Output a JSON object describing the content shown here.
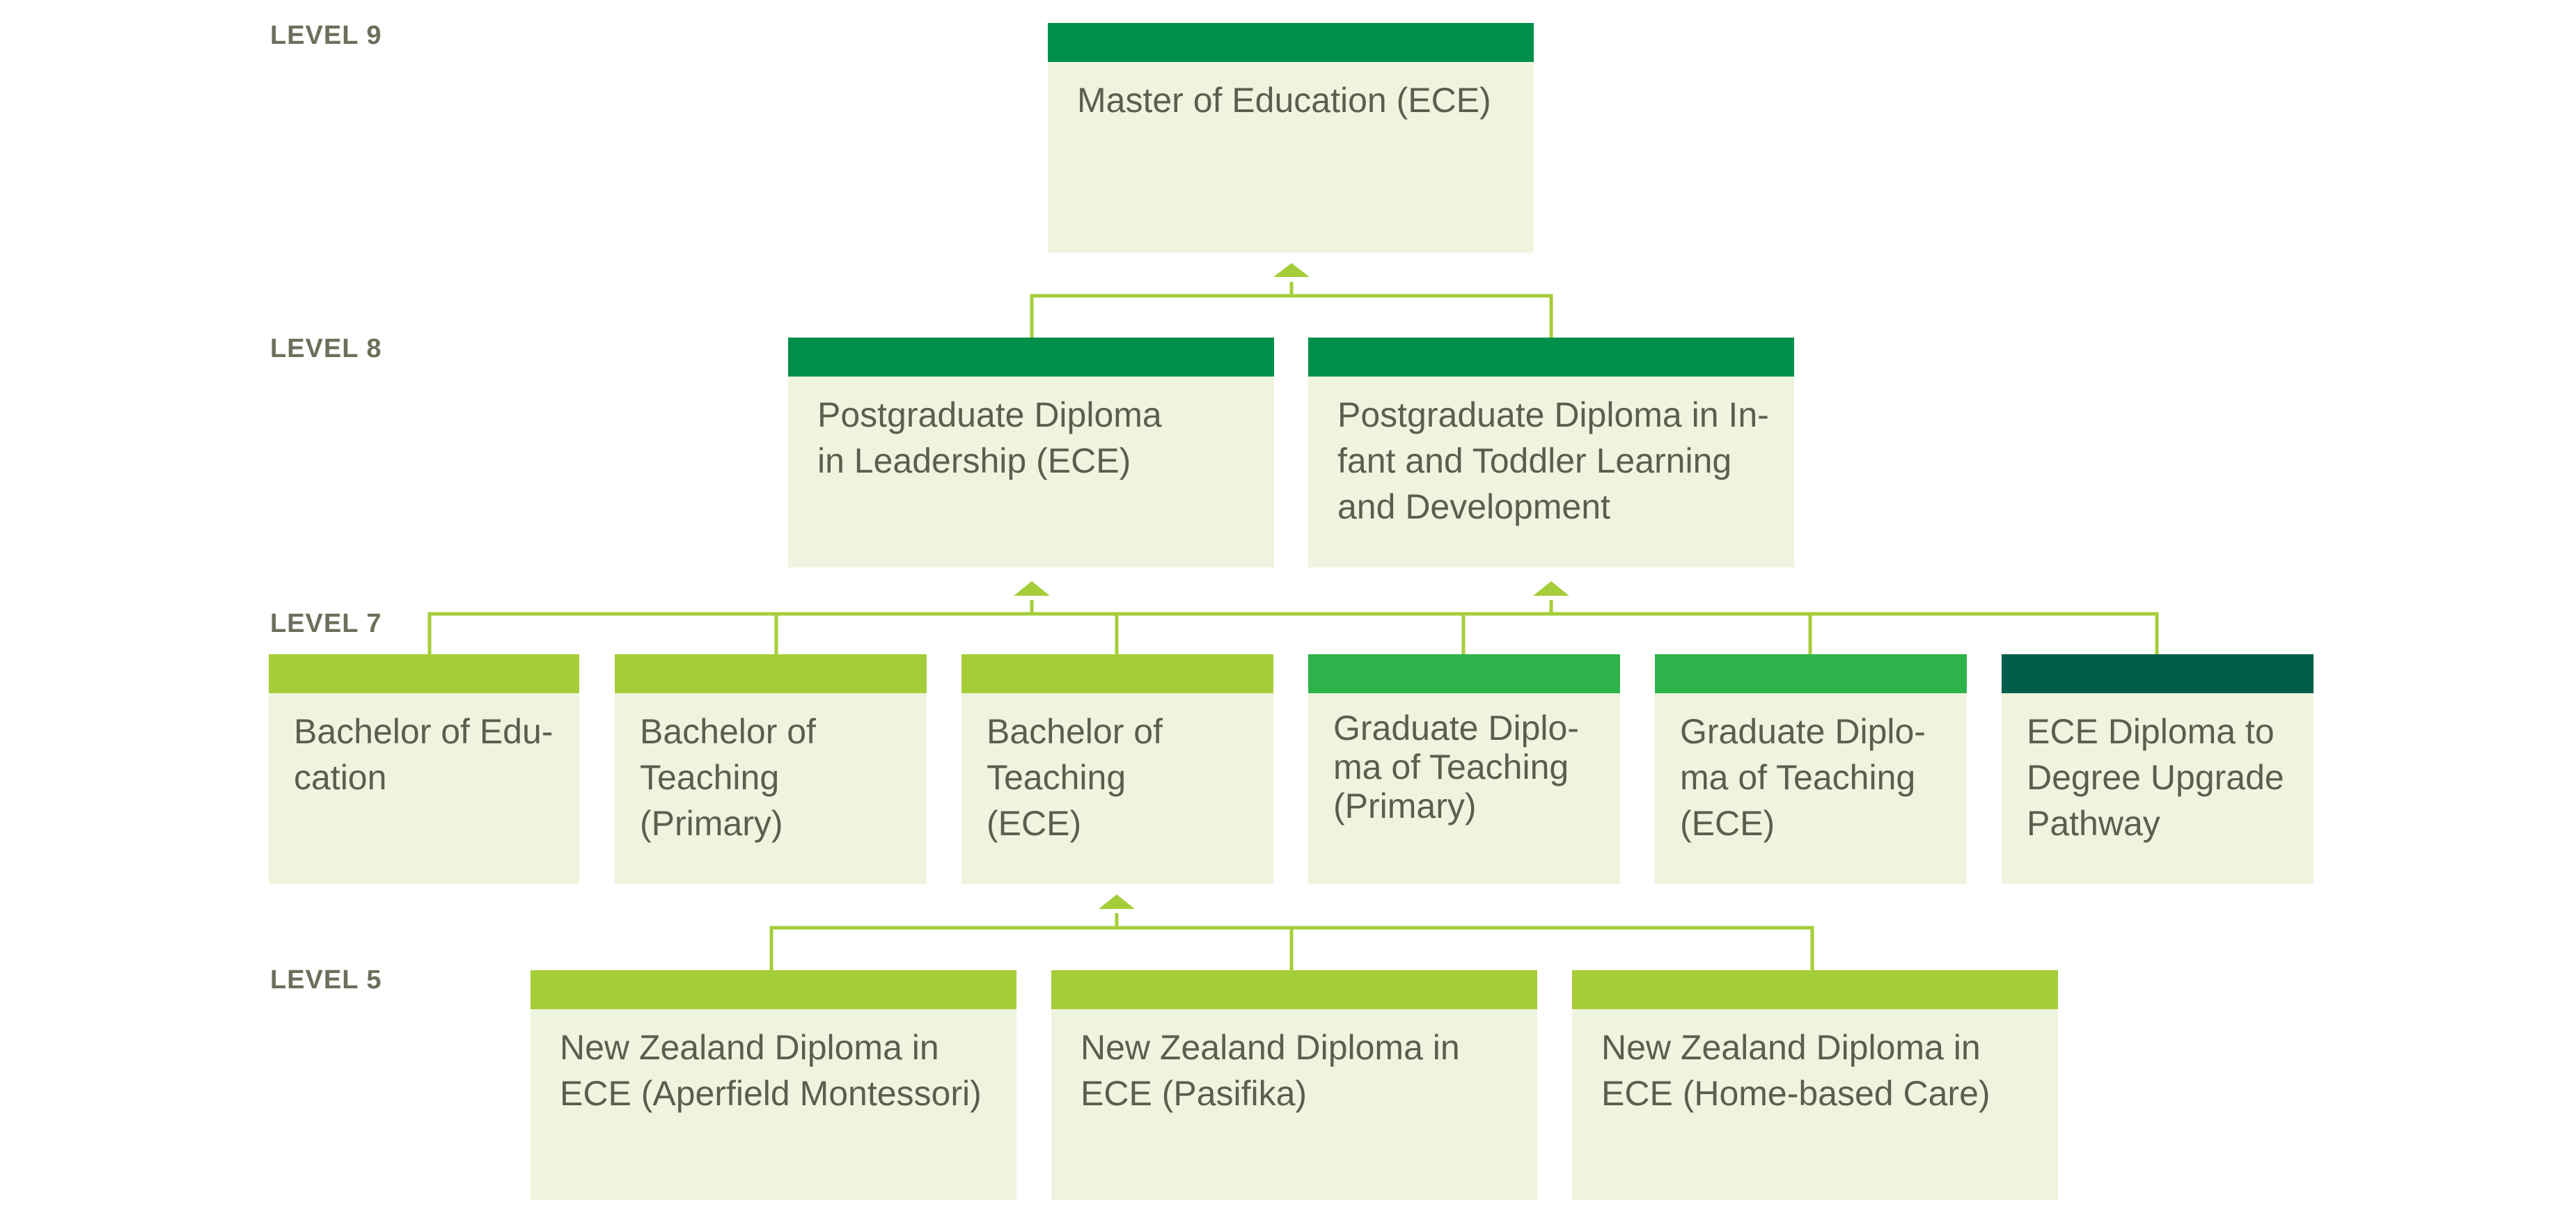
{
  "colors": {
    "dark_green": "#00904a",
    "mid_green": "#2db34a",
    "light_green": "#a5cd39",
    "deep_green": "#005e4b",
    "card_fill": "#eff4df",
    "connector": "#a5cd39",
    "label_text": "#6e6e5c",
    "card_text": "#5d5d4f"
  },
  "levels": {
    "l9": "LEVEL 9",
    "l8": "LEVEL 8",
    "l7": "LEVEL 7",
    "l5": "LEVEL 5"
  },
  "cards": {
    "med": {
      "text": "Master of Education (ECE)",
      "color": "dark_green"
    },
    "pgd_lead": {
      "text": "Postgraduate Diploma\nin Leadership (ECE)",
      "color": "dark_green"
    },
    "pgd_infant": {
      "text": "Postgraduate Diploma in In-\nfant and Toddler Learning\nand Development",
      "color": "dark_green"
    },
    "bed": {
      "text": "Bachelor of Edu-\ncation",
      "color": "light_green"
    },
    "bteach_primary": {
      "text": "Bachelor of\nTeaching\n(Primary)",
      "color": "light_green"
    },
    "bteach_ece": {
      "text": "Bachelor of\nTeaching\n(ECE)",
      "color": "light_green"
    },
    "grad_primary": {
      "text": "Graduate Diplo-\nma of Teaching\n(Primary)",
      "color": "mid_green"
    },
    "grad_ece": {
      "text": "Graduate Diplo-\nma of Teaching\n(ECE)",
      "color": "mid_green"
    },
    "upgrade": {
      "text": "ECE Diploma to\nDegree Upgrade\nPathway",
      "color": "deep_green"
    },
    "nzd_montessori": {
      "text": "New Zealand Diploma in\nECE (Aperfield Montessori)",
      "color": "light_green"
    },
    "nzd_pasifika": {
      "text": "New Zealand Diploma in\nECE (Pasifika)",
      "color": "light_green"
    },
    "nzd_home": {
      "text": "New Zealand Diploma in\nECE (Home-based Care)",
      "color": "light_green"
    }
  }
}
